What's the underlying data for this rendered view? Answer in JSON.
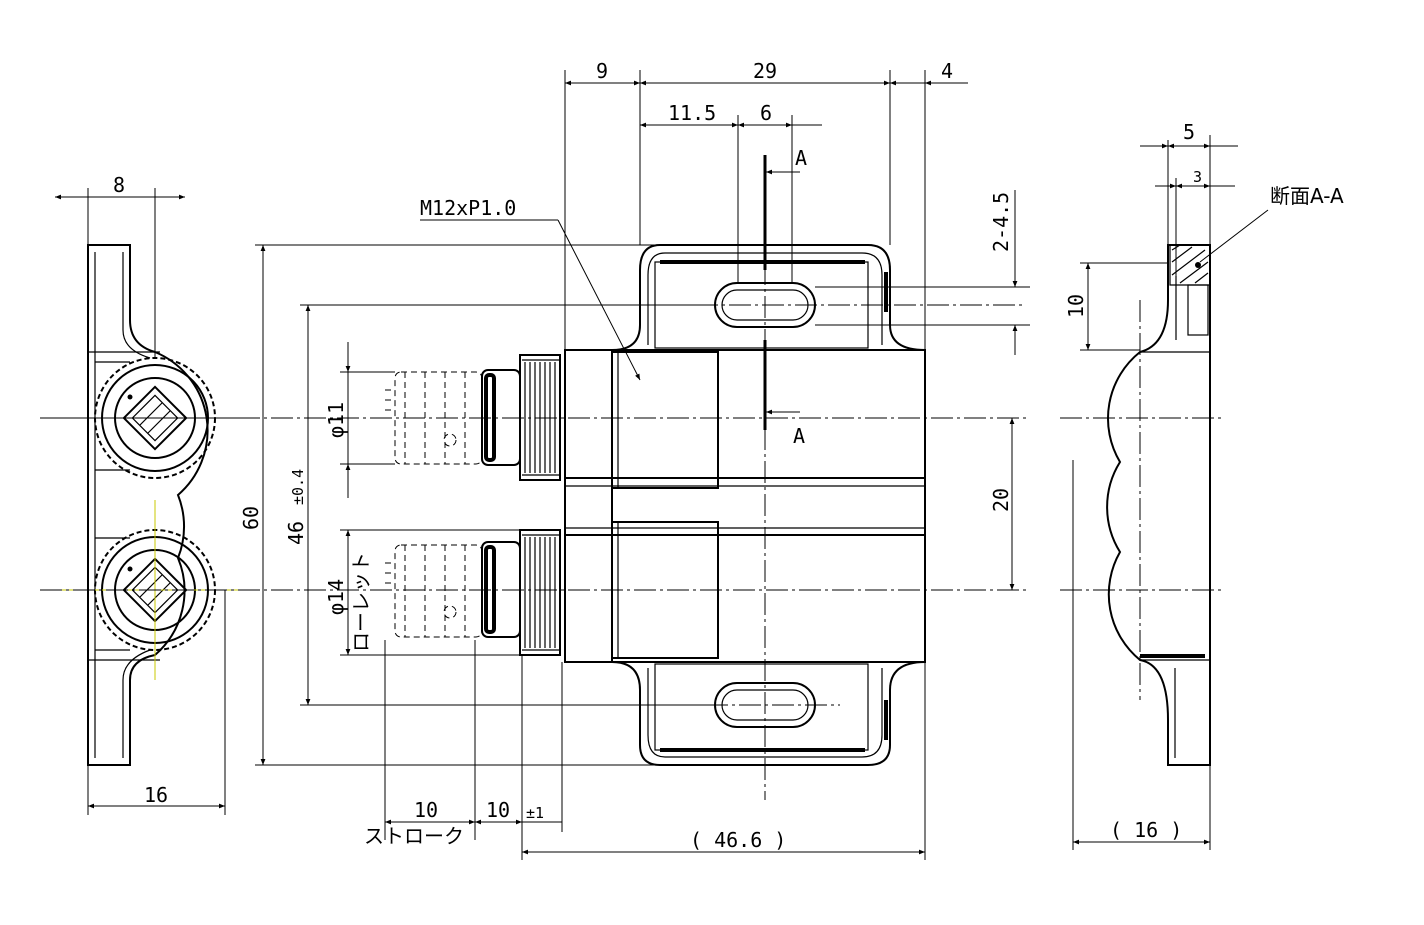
{
  "drawing": {
    "front_view": {
      "dim_top_left": "9",
      "dim_top_mid": "29",
      "dim_top_right": "4",
      "dim_offset": "11.5",
      "dim_slot": "6",
      "thread_label": "M12xP1.0",
      "section_mark": "A",
      "dim_slot_pitch": "2-4.5",
      "dim_pitch": "20",
      "dim_height": "60",
      "dim_hole_pitch": "46",
      "dim_hole_tol": "±0.4",
      "dia_small": "φ11",
      "dia_knurl": "φ14",
      "knurl_label": "ローレット",
      "stroke_1": "10",
      "stroke_2": "10",
      "stroke_tol": "±1",
      "stroke_label": "ストローク",
      "dim_length": "( 46.6 )"
    },
    "left_view": {
      "dim_top": "8",
      "dim_bottom": "16"
    },
    "right_view": {
      "dim_5": "5",
      "dim_3": "3",
      "section_label": "断面A-A",
      "dim_10": "10",
      "dim_bottom": "( 16 )"
    }
  }
}
